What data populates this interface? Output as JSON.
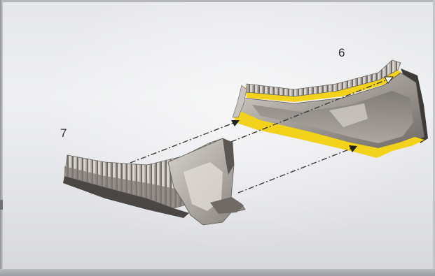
{
  "labels": {
    "part_6": "6",
    "part_7": "7"
  },
  "colors": {
    "background": "#eaebee",
    "part_body": "#8d8884",
    "part_highlight": "#c9c4bf",
    "yellow_outline": "#f2d21a",
    "arrow": "#3a3a3a"
  },
  "icons": {
    "part_6": "hollow-shell-part",
    "part_7": "ribbed-insert-part",
    "assembly_arrows": "dash-dot-arrow"
  }
}
